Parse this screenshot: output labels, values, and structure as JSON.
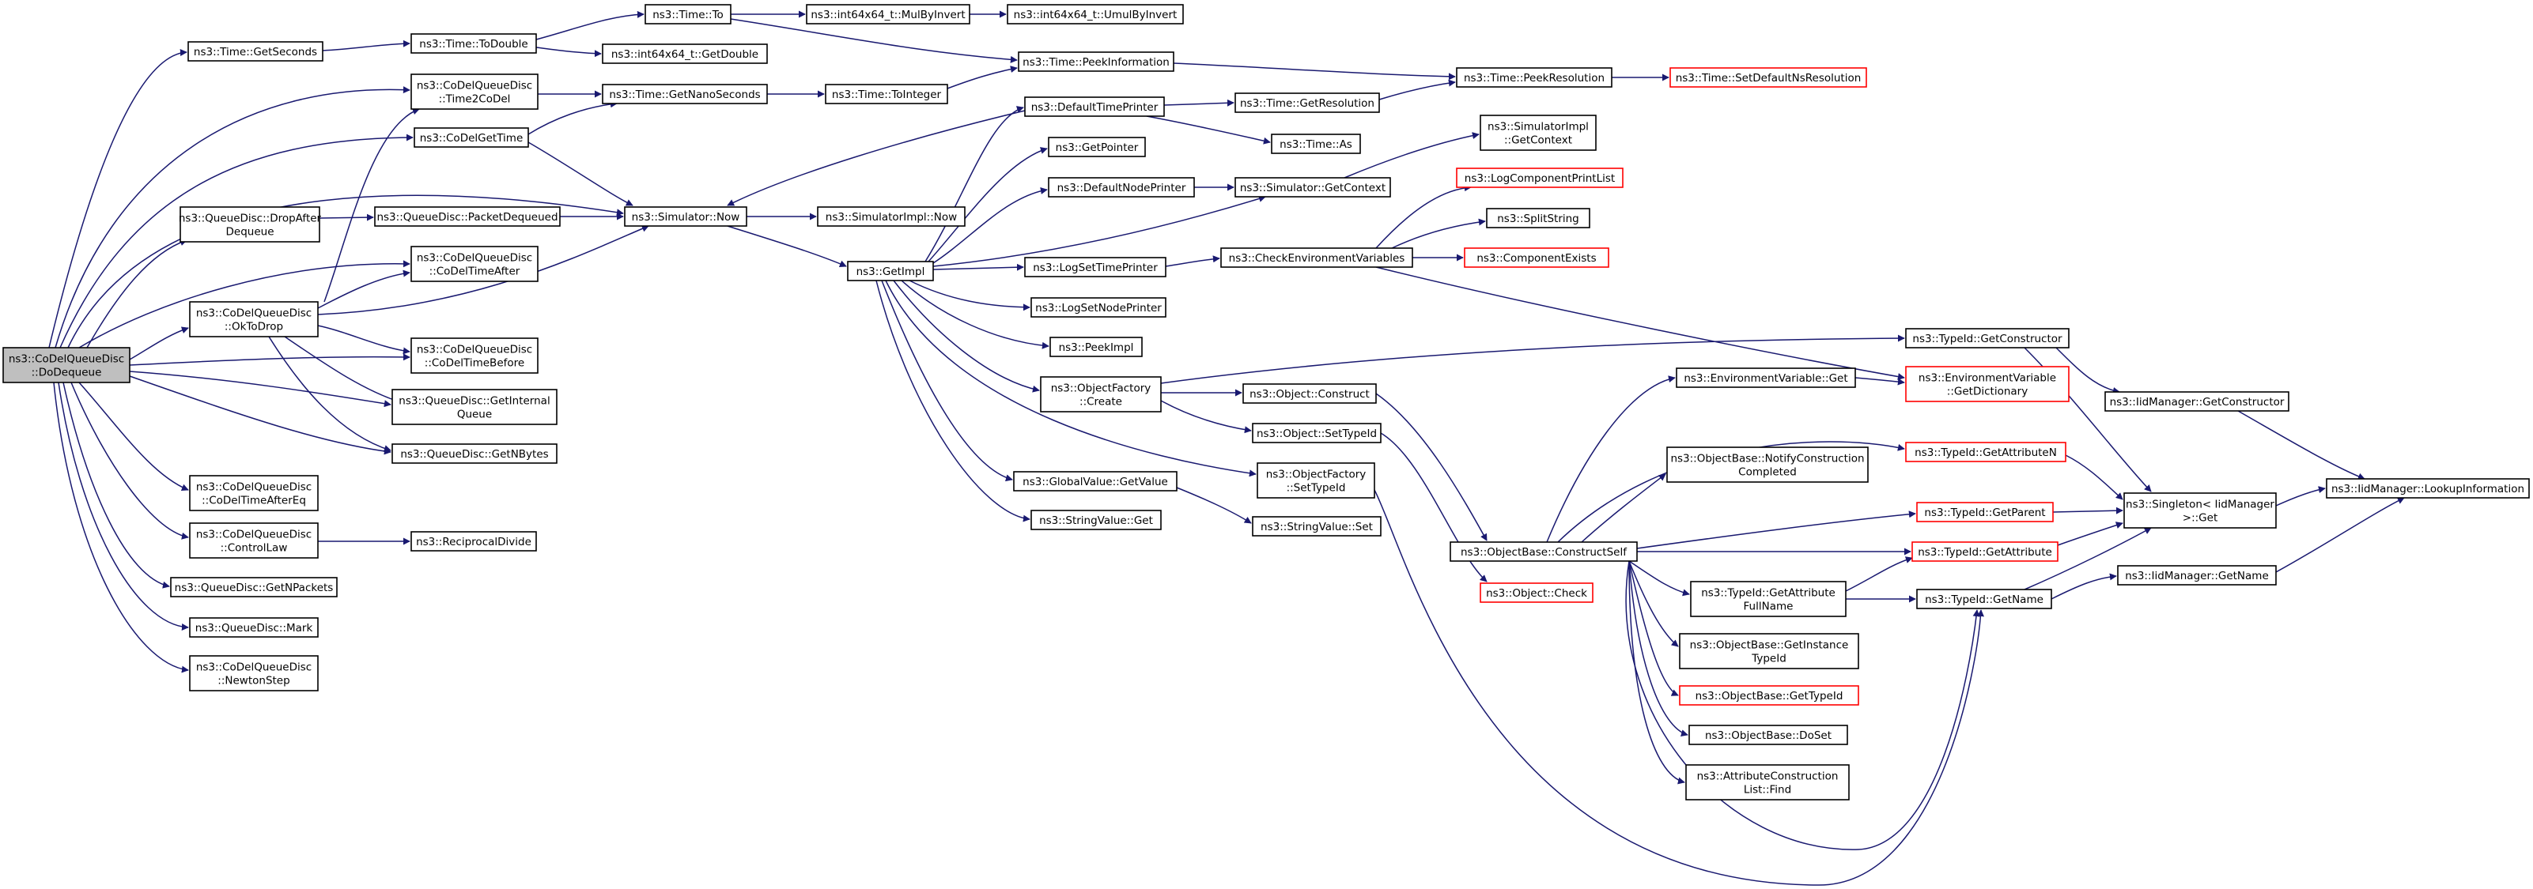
{
  "colors": {
    "edge": "#191970",
    "node_border": "#000000",
    "truncated_border": "#ff0000",
    "root_fill": "#bfbfbf",
    "node_fill": "#ffffff",
    "text": "#000000"
  },
  "nodes": [
    {
      "id": "dodequeue",
      "lines": [
        "ns3::CoDelQueueDisc",
        "::DoDequeue"
      ],
      "root": true
    },
    {
      "id": "getseconds",
      "lines": [
        "ns3::Time::GetSeconds"
      ]
    },
    {
      "id": "todouble",
      "lines": [
        "ns3::Time::ToDouble"
      ]
    },
    {
      "id": "timeto",
      "lines": [
        "ns3::Time::To"
      ]
    },
    {
      "id": "mulbyinvert",
      "lines": [
        "ns3::int64x64_t::MulByInvert"
      ]
    },
    {
      "id": "umulbyinvert",
      "lines": [
        "ns3::int64x64_t::UmulByInvert"
      ]
    },
    {
      "id": "getdouble",
      "lines": [
        "ns3::int64x64_t::GetDouble"
      ]
    },
    {
      "id": "time2codel",
      "lines": [
        "ns3::CoDelQueueDisc",
        "::Time2CoDel"
      ]
    },
    {
      "id": "getnanoseconds",
      "lines": [
        "ns3::Time::GetNanoSeconds"
      ]
    },
    {
      "id": "tointeger",
      "lines": [
        "ns3::Time::ToInteger"
      ]
    },
    {
      "id": "peekinformation",
      "lines": [
        "ns3::Time::PeekInformation"
      ]
    },
    {
      "id": "peekresolution",
      "lines": [
        "ns3::Time::PeekResolution"
      ]
    },
    {
      "id": "setdefaultnsres",
      "lines": [
        "ns3::Time::SetDefaultNsResolution"
      ],
      "truncated": true
    },
    {
      "id": "codelgettime",
      "lines": [
        "ns3::CoDelGetTime"
      ]
    },
    {
      "id": "dropafterdequeue",
      "lines": [
        "ns3::QueueDisc::DropAfter",
        "Dequeue"
      ]
    },
    {
      "id": "packetdequeued",
      "lines": [
        "ns3::QueueDisc::PacketDequeued"
      ]
    },
    {
      "id": "simnow",
      "lines": [
        "ns3::Simulator::Now"
      ]
    },
    {
      "id": "simimplnow",
      "lines": [
        "ns3::SimulatorImpl::Now"
      ]
    },
    {
      "id": "codeltimeafter",
      "lines": [
        "ns3::CoDelQueueDisc",
        "::CoDelTimeAfter"
      ]
    },
    {
      "id": "oktodrop",
      "lines": [
        "ns3::CoDelQueueDisc",
        "::OkToDrop"
      ]
    },
    {
      "id": "codeltimebefore",
      "lines": [
        "ns3::CoDelQueueDisc",
        "::CoDelTimeBefore"
      ]
    },
    {
      "id": "getinternalqueue",
      "lines": [
        "ns3::QueueDisc::GetInternal",
        "Queue"
      ]
    },
    {
      "id": "getnbytes",
      "lines": [
        "ns3::QueueDisc::GetNBytes"
      ]
    },
    {
      "id": "codeltimeaftereq",
      "lines": [
        "ns3::CoDelQueueDisc",
        "::CoDelTimeAfterEq"
      ]
    },
    {
      "id": "controllaw",
      "lines": [
        "ns3::CoDelQueueDisc",
        "::ControlLaw"
      ]
    },
    {
      "id": "reciprocaldivide",
      "lines": [
        "ns3::ReciprocalDivide"
      ]
    },
    {
      "id": "getnpackets",
      "lines": [
        "ns3::QueueDisc::GetNPackets"
      ]
    },
    {
      "id": "mark",
      "lines": [
        "ns3::QueueDisc::Mark"
      ]
    },
    {
      "id": "newtonstep",
      "lines": [
        "ns3::CoDelQueueDisc",
        "::NewtonStep"
      ]
    },
    {
      "id": "getimpl",
      "lines": [
        "ns3::GetImpl"
      ]
    },
    {
      "id": "defaulttimeprinter",
      "lines": [
        "ns3::DefaultTimePrinter"
      ]
    },
    {
      "id": "getresolution",
      "lines": [
        "ns3::Time::GetResolution"
      ]
    },
    {
      "id": "timeas",
      "lines": [
        "ns3::Time::As"
      ]
    },
    {
      "id": "getpointer",
      "lines": [
        "ns3::GetPointer"
      ]
    },
    {
      "id": "defaultnodeprinter",
      "lines": [
        "ns3::DefaultNodePrinter"
      ]
    },
    {
      "id": "simgetcontext",
      "lines": [
        "ns3::Simulator::GetContext"
      ]
    },
    {
      "id": "simimplgetcontext",
      "lines": [
        "ns3::SimulatorImpl",
        "::GetContext"
      ]
    },
    {
      "id": "logcomponentprintlist",
      "lines": [
        "ns3::LogComponentPrintList"
      ],
      "truncated": true
    },
    {
      "id": "splitstring",
      "lines": [
        "ns3::SplitString"
      ]
    },
    {
      "id": "logsettimeprinter",
      "lines": [
        "ns3::LogSetTimePrinter"
      ]
    },
    {
      "id": "checkenvvars",
      "lines": [
        "ns3::CheckEnvironmentVariables"
      ]
    },
    {
      "id": "componentexists",
      "lines": [
        "ns3::ComponentExists"
      ],
      "truncated": true
    },
    {
      "id": "logsetnodeprinter",
      "lines": [
        "ns3::LogSetNodePrinter"
      ]
    },
    {
      "id": "peekimpl",
      "lines": [
        "ns3::PeekImpl"
      ]
    },
    {
      "id": "objfactorycreate",
      "lines": [
        "ns3::ObjectFactory",
        "::Create"
      ]
    },
    {
      "id": "objectconstruct",
      "lines": [
        "ns3::Object::Construct"
      ]
    },
    {
      "id": "objectsettypeid",
      "lines": [
        "ns3::Object::SetTypeId"
      ]
    },
    {
      "id": "globalvaluegetvalue",
      "lines": [
        "ns3::GlobalValue::GetValue"
      ]
    },
    {
      "id": "objfactorysettypeid",
      "lines": [
        "ns3::ObjectFactory",
        "::SetTypeId"
      ]
    },
    {
      "id": "stringvalueget",
      "lines": [
        "ns3::StringValue::Get"
      ]
    },
    {
      "id": "stringvalueset",
      "lines": [
        "ns3::StringValue::Set"
      ]
    },
    {
      "id": "typeidgetconstructor",
      "lines": [
        "ns3::TypeId::GetConstructor"
      ]
    },
    {
      "id": "envvarget",
      "lines": [
        "ns3::EnvironmentVariable::Get"
      ]
    },
    {
      "id": "envvargetdict",
      "lines": [
        "ns3::EnvironmentVariable",
        "::GetDictionary"
      ],
      "truncated": true
    },
    {
      "id": "iidmgrgetconstructor",
      "lines": [
        "ns3::IidManager::GetConstructor"
      ]
    },
    {
      "id": "typeidgetattributen",
      "lines": [
        "ns3::TypeId::GetAttributeN"
      ],
      "truncated": true
    },
    {
      "id": "notifyconstruction",
      "lines": [
        "ns3::ObjectBase::NotifyConstruction",
        "Completed"
      ]
    },
    {
      "id": "iidmgrlookup",
      "lines": [
        "ns3::IidManager::LookupInformation"
      ]
    },
    {
      "id": "typeidgetparent",
      "lines": [
        "ns3::TypeId::GetParent"
      ],
      "truncated": true
    },
    {
      "id": "singletonget",
      "lines": [
        "ns3::Singleton< IidManager",
        ">::Get"
      ]
    },
    {
      "id": "constructself",
      "lines": [
        "ns3::ObjectBase::ConstructSelf"
      ]
    },
    {
      "id": "typeidgetattribute",
      "lines": [
        "ns3::TypeId::GetAttribute"
      ],
      "truncated": true
    },
    {
      "id": "objectcheck",
      "lines": [
        "ns3::Object::Check"
      ],
      "truncated": true
    },
    {
      "id": "getattrfullname",
      "lines": [
        "ns3::TypeId::GetAttribute",
        "FullName"
      ]
    },
    {
      "id": "typeidgetname",
      "lines": [
        "ns3::TypeId::GetName"
      ]
    },
    {
      "id": "iidmgrgetname",
      "lines": [
        "ns3::IidManager::GetName"
      ]
    },
    {
      "id": "getinstancetypeid",
      "lines": [
        "ns3::ObjectBase::GetInstance",
        "TypeId"
      ]
    },
    {
      "id": "objbasegettypeid",
      "lines": [
        "ns3::ObjectBase::GetTypeId"
      ],
      "truncated": true
    },
    {
      "id": "objbasedoset",
      "lines": [
        "ns3::ObjectBase::DoSet"
      ]
    },
    {
      "id": "attrconstructfind",
      "lines": [
        "ns3::AttributeConstruction",
        "List::Find"
      ]
    }
  ]
}
